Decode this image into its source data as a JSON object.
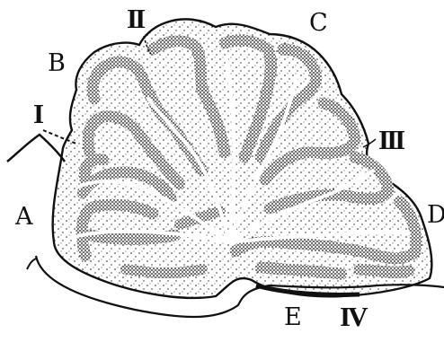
{
  "figure": {
    "labels": {
      "A": "A",
      "B": "B",
      "C": "C",
      "D": "D",
      "E": "E",
      "I": "I",
      "II": "II",
      "III": "III",
      "IV": "IV"
    },
    "colors": {
      "ink": "#111111",
      "background": "#ffffff",
      "stipple": "#222222"
    }
  }
}
